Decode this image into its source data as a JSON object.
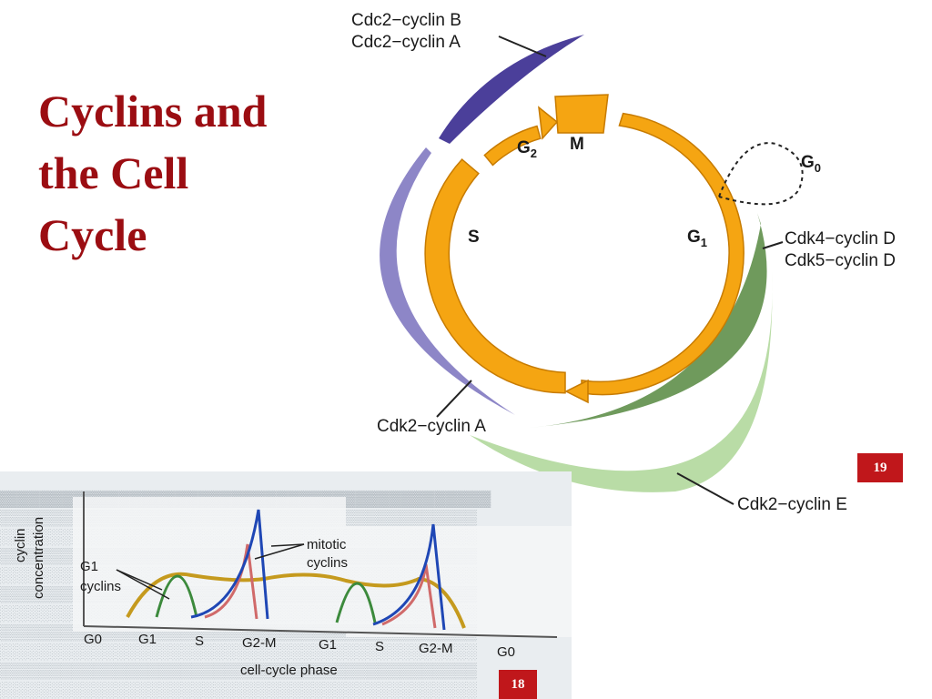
{
  "slide": {
    "title_lines": [
      "Cyclins and",
      "the Cell",
      "Cycle"
    ]
  },
  "cycle_diagram": {
    "phases": {
      "m": "M",
      "g2_main": "G",
      "g2_sub": "2",
      "g1_main": "G",
      "g1_sub": "1",
      "s": "S",
      "g0_main": "G",
      "g0_sub": "0"
    },
    "labels": {
      "cdc2_b": "Cdc2−cyclin B",
      "cdc2_a": "Cdc2−cyclin A",
      "cdk4_d": "Cdk4−cyclin D",
      "cdk5_d": "Cdk5−cyclin D",
      "cdk2_a": "Cdk2−cyclin A",
      "cdk2_e": "Cdk2−cyclin E"
    },
    "colors": {
      "ring": "#f5a512",
      "ring_edge": "#c77b00",
      "cdc2": "#4b3f9a",
      "cdk2_a": "#8d86c7",
      "cdk4": "#6f9a5c",
      "cdk2_e": "#b9dca6"
    }
  },
  "graph": {
    "y_label_1": "cyclin",
    "y_label_2": "concentration",
    "x_label": "cell-cycle phase",
    "g1_label_1": "G1",
    "g1_label_2": "cyclins",
    "mitotic_label_1": "mitotic",
    "mitotic_label_2": "cyclins",
    "ticks": [
      "G0",
      "G1",
      "S",
      "G2-M",
      "G1",
      "S",
      "G2-M",
      "G0"
    ],
    "colors": {
      "g1_cyclin": "#3c8a3c",
      "mitotic_blue": "#1f47b5",
      "mitotic_red": "#d06a6a",
      "baseline": "#c59a1e"
    }
  },
  "badges": {
    "page_19": "19",
    "page_18": "18"
  }
}
